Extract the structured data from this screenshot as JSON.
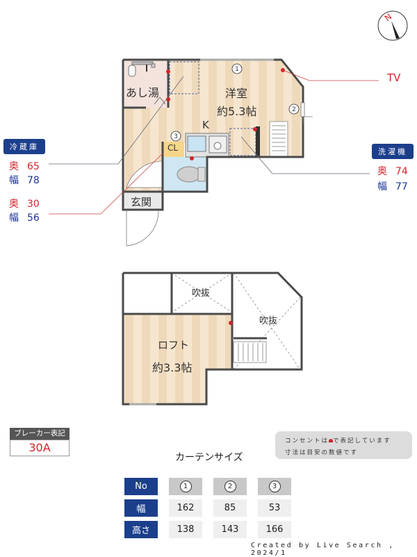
{
  "compass": {
    "label": "N"
  },
  "floor1": {
    "rooms": {
      "bath": "あし湯",
      "western_name": "洋室",
      "western_size": "約5.3帖",
      "kitchen": "K",
      "closet": "CL",
      "entrance": "玄関"
    },
    "window_markers": [
      "1",
      "2",
      "3"
    ]
  },
  "floor2": {
    "rooms": {
      "void1": "吹抜",
      "void2": "吹抜",
      "loft_name": "ロフト",
      "loft_size": "約3.3帖"
    }
  },
  "callouts": {
    "tv": "TV",
    "fridge": {
      "title": "冷蔵庫",
      "depth_label": "奥",
      "depth": "65",
      "width_label": "幅",
      "width": "78"
    },
    "cl_space": {
      "depth_label": "奥",
      "depth": "30",
      "width_label": "幅",
      "width": "56"
    },
    "washer": {
      "title": "洗濯機",
      "depth_label": "奥",
      "depth": "74",
      "width_label": "幅",
      "width": "77"
    }
  },
  "breaker": {
    "label": "ブレーカー表記",
    "value": "30A"
  },
  "note": {
    "line1_a": "コンセントは",
    "line1_b": "で表記しています",
    "line2": "寸法は目安の数値です"
  },
  "curtain": {
    "title": "カーテンサイズ",
    "headers": {
      "no": "No",
      "width": "幅",
      "height": "高さ"
    },
    "columns": [
      {
        "no": "1",
        "width": "162",
        "height": "138"
      },
      {
        "no": "2",
        "width": "85",
        "height": "143"
      },
      {
        "no": "3",
        "width": "53",
        "height": "166"
      }
    ]
  },
  "footer": "Created by Live Search , 2024/1",
  "colors": {
    "navy": "#1c3f8c",
    "red": "#d2232a",
    "floor_light": "#f6e6cf",
    "floor_dark": "#ecd3b2",
    "wall": "#4a4a4a",
    "bath_bg": "#f3e3dc",
    "toilet_bg": "#cfe7f3"
  }
}
